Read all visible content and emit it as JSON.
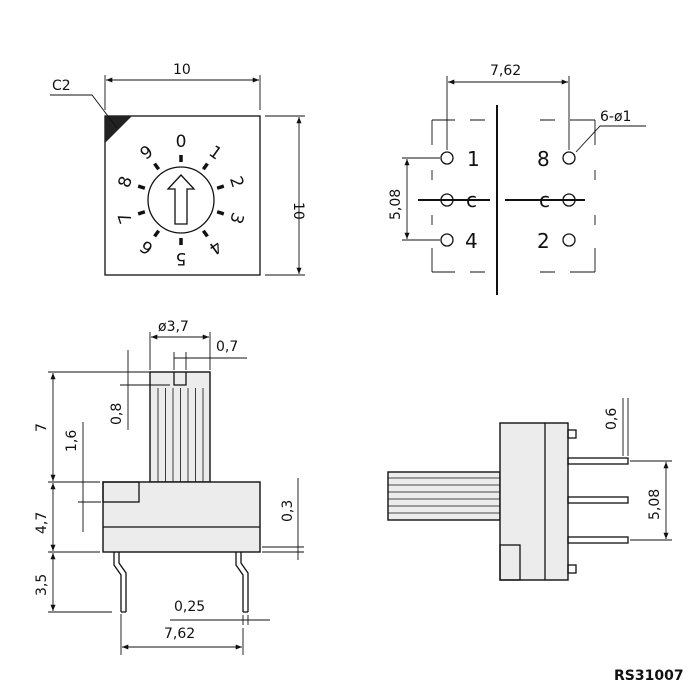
{
  "part_number": "RS31007",
  "front_view": {
    "width_dim": "10",
    "height_dim": "10",
    "chamfer": "C2",
    "dial_digits": [
      "0",
      "1",
      "2",
      "3",
      "4",
      "5",
      "6",
      "7",
      "8",
      "9"
    ]
  },
  "pin_view": {
    "pitch_x": "7,62",
    "pitch_y": "5,08",
    "hole_spec": "6-ø1",
    "labels": {
      "p1": "1",
      "p8": "8",
      "p4": "4",
      "p2": "2",
      "c_left": "c",
      "c_right": "c"
    }
  },
  "side_view": {
    "shaft_dia": "ø3,7",
    "slot_width": "0,7",
    "slot_depth": "0,8",
    "shaft_height": "7",
    "step_height": "1,6",
    "body_height": "4,7",
    "standoff": "0,3",
    "pin_length": "3,5",
    "pin_thickness": "0,25",
    "pin_pitch": "7,62"
  },
  "end_view": {
    "pin_width": "0,6",
    "pin_pitch": "5,08"
  }
}
